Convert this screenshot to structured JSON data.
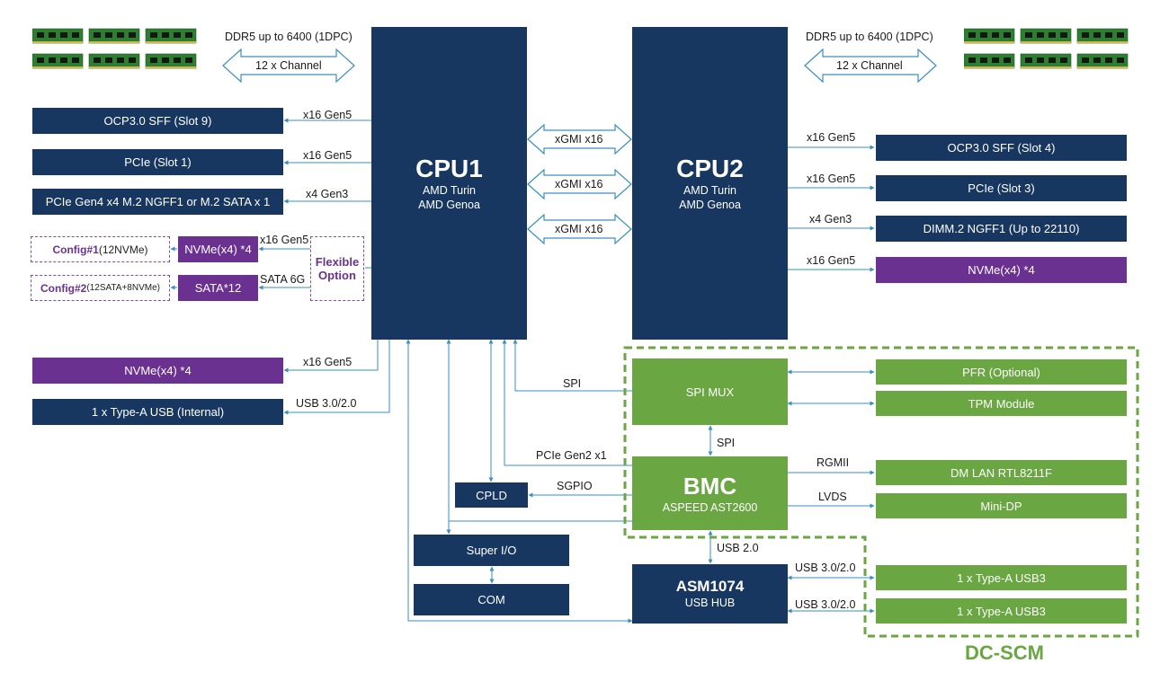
{
  "memory": {
    "left_speed": "DDR5 up to 6400 (1DPC)",
    "left_channel": "12 x Channel",
    "right_speed": "DDR5 up to 6400 (1DPC)",
    "right_channel": "12 x Channel"
  },
  "cpu1": {
    "name": "CPU1",
    "line1": "AMD Turin",
    "line2": "AMD Genoa"
  },
  "cpu2": {
    "name": "CPU2",
    "line1": "AMD Turin",
    "line2": "AMD Genoa"
  },
  "xgmi": [
    "xGMI x16",
    "xGMI x16",
    "xGMI x16"
  ],
  "left_blocks": {
    "ocp": "OCP3.0 SFF (Slot 9)",
    "pcie1": "PCIe (Slot 1)",
    "m2": "PCIe Gen4 x4 M.2 NGFF1 or M.2 SATA x 1",
    "nvme_x4": "NVMe(x4) *4",
    "sata12": "SATA*12",
    "nvme_lower": "NVMe(x4) *4",
    "usb_internal": "1 x Type-A USB (Internal)"
  },
  "left_labels": {
    "ocp": "x16 Gen5",
    "pcie1": "x16 Gen5",
    "m2": "x4 Gen3",
    "nvme": "x16 Gen5",
    "sata": "SATA 6G",
    "nvme_lower": "x16 Gen5",
    "usb": "USB 3.0/2.0"
  },
  "config1": {
    "prefix": "Config#1",
    "suffix": " (12NVMe)"
  },
  "config2": {
    "prefix": "Config#2",
    "suffix": "(12SATA+8NVMe)"
  },
  "flexible": {
    "line1": "Flexible",
    "line2": "Option"
  },
  "right_blocks": {
    "ocp": "OCP3.0 SFF (Slot 4)",
    "pcie3": "PCIe (Slot 3)",
    "dimm2": "DIMM.2 NGFF1 (Up to 22110)",
    "nvme": "NVMe(x4) *4"
  },
  "right_labels": {
    "ocp": "x16 Gen5",
    "pcie3": "x16 Gen5",
    "dimm2": "x4 Gen3",
    "nvme": "x16 Gen5"
  },
  "spi_mux": "SPI MUX",
  "pfr": "PFR (Optional)",
  "tpm": "TPM Module",
  "bmc": {
    "name": "BMC",
    "model": "ASPEED AST2600"
  },
  "dm_lan": "DM LAN RTL8211F",
  "mini_dp": "Mini-DP",
  "asm": {
    "name": "ASM1074",
    "sub": "USB HUB"
  },
  "usb3_a": "1 x Type-A USB3",
  "usb3_b": "1 x Type-A USB3",
  "cpld": "CPLD",
  "super_io": "Super I/O",
  "com": "COM",
  "links": {
    "spi_cpu": "SPI",
    "spi_bmc": "SPI",
    "pcie_gen2": "PCIe Gen2 x1",
    "sgpio": "SGPIO",
    "rgmii": "RGMII",
    "lvds": "LVDS",
    "usb20": "USB 2.0",
    "usb30_a": "USB 3.0/2.0",
    "usb30_b": "USB 3.0/2.0"
  },
  "dcscm_label": "DC-SCM",
  "colors": {
    "navy": "#173760",
    "purple": "#6b3191",
    "green": "#6aa642",
    "line": "#3a8fc0"
  }
}
